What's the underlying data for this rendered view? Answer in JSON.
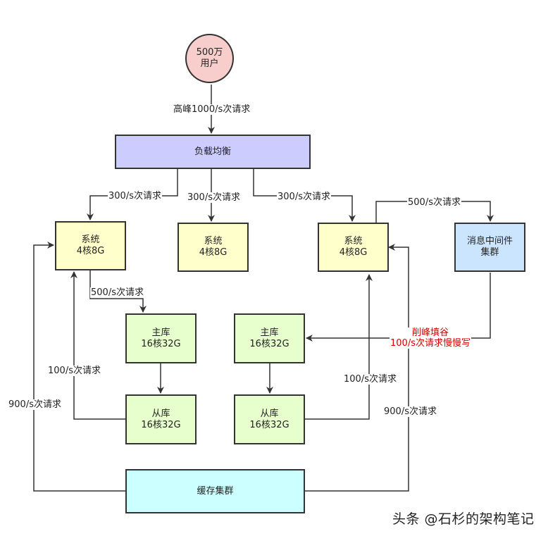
{
  "nodes": {
    "users": {
      "line1": "500万",
      "line2": "用户",
      "fill": "#f8cecc"
    },
    "lb": {
      "label": "负载均衡",
      "fill": "#ccccff"
    },
    "sys1": {
      "line1": "系统",
      "line2": "4核8G",
      "fill": "#ffffcc"
    },
    "sys2": {
      "line1": "系统",
      "line2": "4核8G",
      "fill": "#ffffcc"
    },
    "sys3": {
      "line1": "系统",
      "line2": "4核8G",
      "fill": "#ffffcc"
    },
    "mq": {
      "line1": "消息中间件",
      "line2": "集群",
      "fill": "#cce5ff"
    },
    "master1": {
      "line1": "主库",
      "line2": "16核32G",
      "fill": "#e6ffcc"
    },
    "master2": {
      "line1": "主库",
      "line2": "16核32G",
      "fill": "#e6ffcc"
    },
    "slave1": {
      "line1": "从库",
      "line2": "16核32G",
      "fill": "#e6ffcc"
    },
    "slave2": {
      "line1": "从库",
      "line2": "16核32G",
      "fill": "#e6ffcc"
    },
    "cache": {
      "label": "缓存集群",
      "fill": "#ccffff"
    }
  },
  "edge_labels": {
    "users_to_lb": "高峰1000/s次请求",
    "lb_to_sys1": "300/s次请求",
    "lb_to_sys2": "300/s次请求",
    "lb_to_sys3": "300/s次请求",
    "sys3_to_mq": "500/s次请求",
    "sys1_to_master1": "500/s次请求",
    "slave1_to_sys1": "100/s次请求",
    "cache_to_sys1": "900/s次请求",
    "slave2_to_sys3": "100/s次请求",
    "cache_to_sys3": "900/s次请求",
    "mq_to_master2_line1": "削峰填谷",
    "mq_to_master2_line2": "100/s次请求慢慢写"
  },
  "watermark": "头条 @石杉的架构笔记",
  "colors": {
    "stroke": "#333333",
    "accent_red": "#d40000"
  }
}
